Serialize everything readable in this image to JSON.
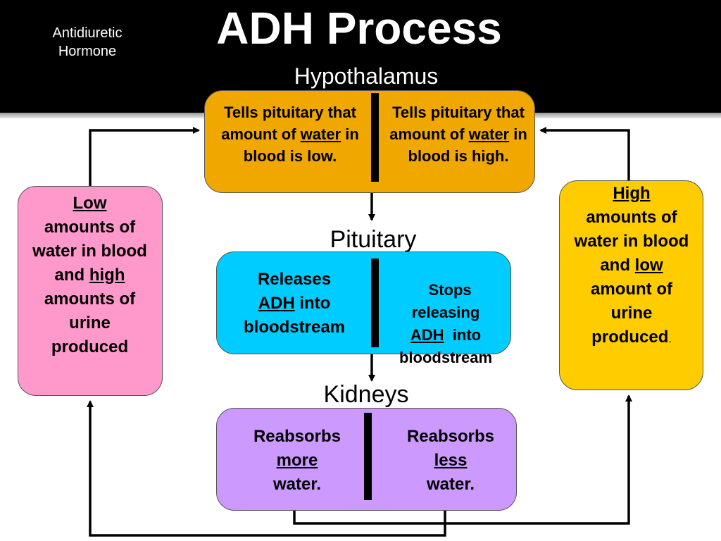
{
  "header": {
    "side_title_line1": "Antidiuretic",
    "side_title_line2": "Hormone",
    "title": "ADH Process"
  },
  "hypothalamus": {
    "label": "Hypothalamus",
    "left": {
      "pre": "Tells pituitary that amount of ",
      "emph": "water",
      "post": " in blood is low."
    },
    "right": {
      "pre": "Tells pituitary that amount of ",
      "emph": "water",
      "post": " in blood is high."
    },
    "color": "#f0a800"
  },
  "pituitary": {
    "label": "Pituitary",
    "left": {
      "line1": "Releases",
      "emph": "ADH",
      "mid": " into",
      "line3": "bloodstream"
    },
    "right": {
      "line1": "Stops",
      "line2": "releasing",
      "emph": "ADH",
      "mid": "  into",
      "line4": "bloodstream"
    },
    "color": "#00ccff"
  },
  "kidneys": {
    "label": "Kidneys",
    "left": {
      "line1": "Reabsorbs",
      "emph": "more",
      "line3": "water."
    },
    "right": {
      "line1": "Reabsorbs",
      "emph": "less",
      "line3": "water."
    },
    "color": "#cc99ff"
  },
  "left_state": {
    "emph1": "Low",
    "text1": "amounts of water in blood and ",
    "emph2": "high",
    "text2": "amounts of urine produced",
    "color": "#ff99cc"
  },
  "right_state": {
    "emph1": "High",
    "text1": "amounts of water in blood and ",
    "emph2": "low",
    "text2": "amount of urine produced",
    "tail": ".",
    "color": "#ffcc00"
  }
}
